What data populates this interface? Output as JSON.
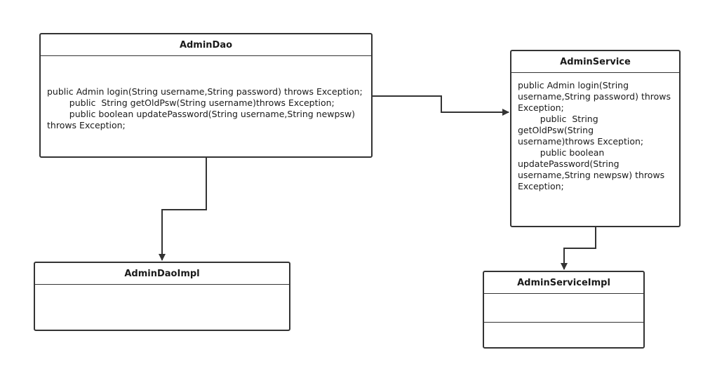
{
  "classes": {
    "admin_dao": {
      "name": "AdminDao",
      "operations": "public Admin login(String username,String password) throws Exception;\n        public  String getOldPsw(String username)throws Exception;\n        public boolean updatePassword(String username,String newpsw)\nthrows Exception;"
    },
    "admin_service": {
      "name": "AdminService",
      "operations": "public Admin login(String\nusername,String password) throws\nException;\n        public  String\ngetOldPsw(String\nusername)throws Exception;\n        public boolean\nupdatePassword(String\nusername,String newpsw) throws\nException;"
    },
    "admin_dao_impl": {
      "name": "AdminDaoImpl",
      "operations": ""
    },
    "admin_service_impl": {
      "name": "AdminServiceImpl",
      "attributes": "",
      "operations": ""
    }
  },
  "colors": {
    "line": "#333333",
    "background": "#ffffff"
  }
}
